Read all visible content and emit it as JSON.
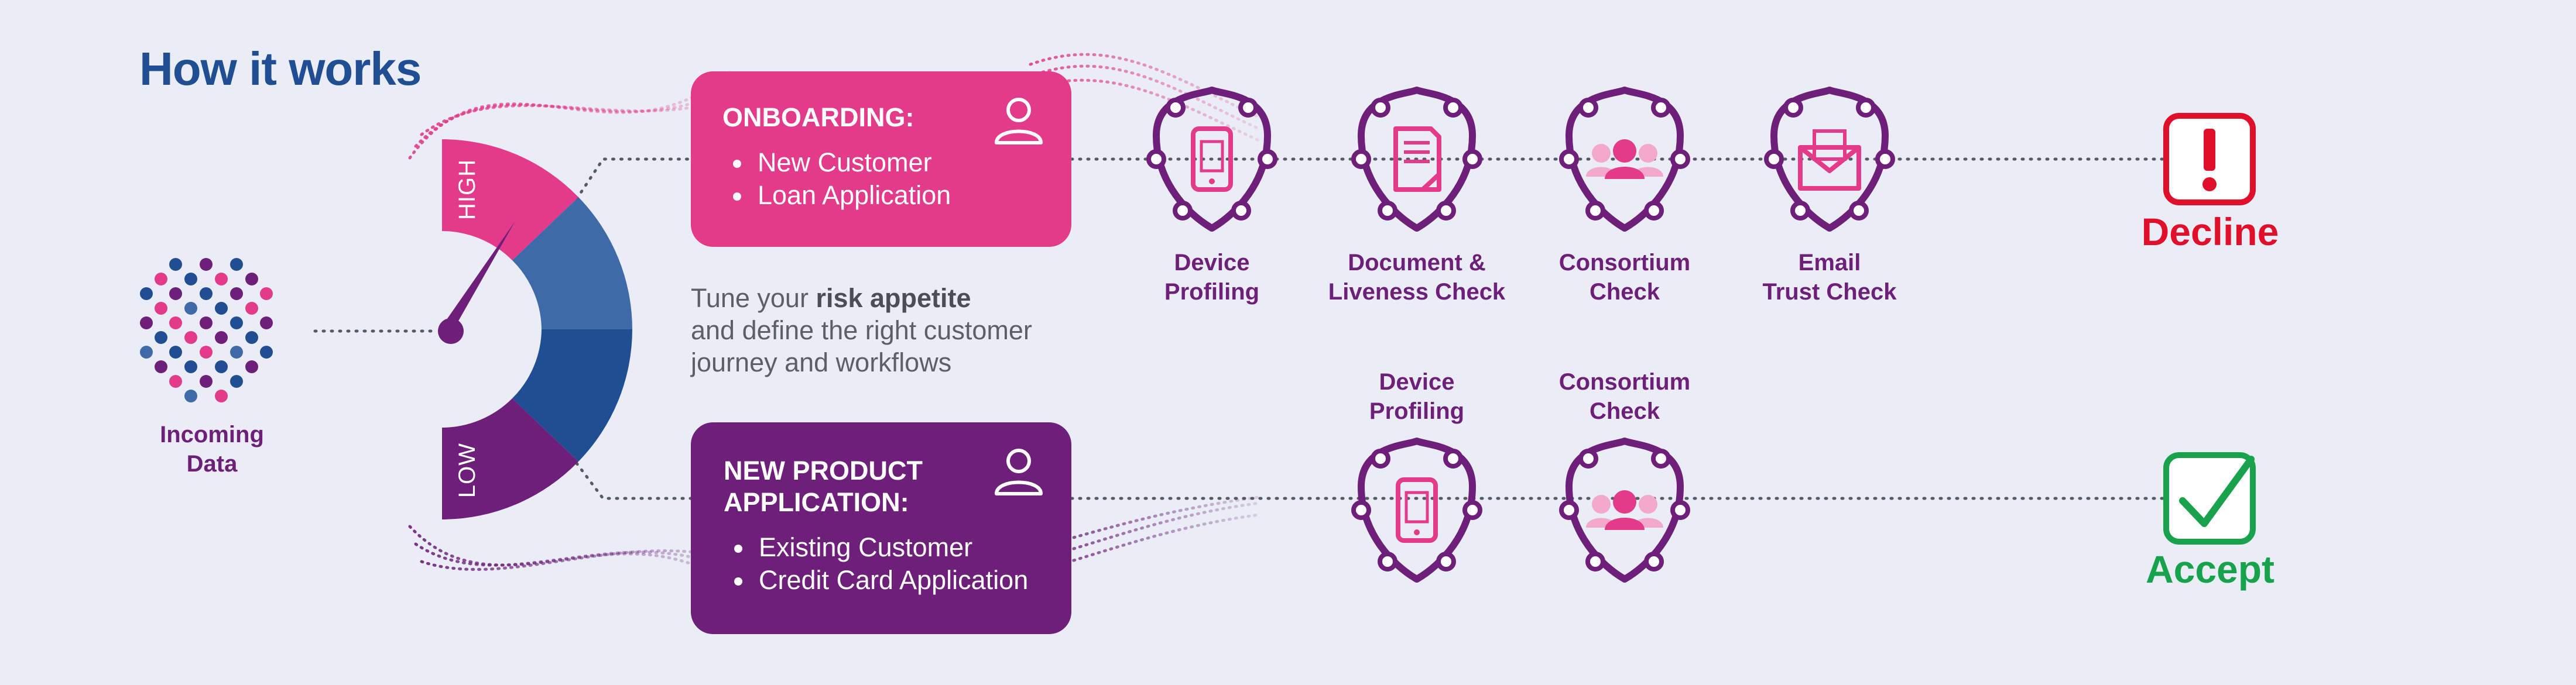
{
  "title": "How it works",
  "incoming": {
    "label_line1": "Incoming",
    "label_line2": "Data"
  },
  "gauge": {
    "high": "HIGH",
    "low": "LOW"
  },
  "tune": {
    "prefix": "Tune your ",
    "bold": "risk appetite",
    "line2": "and define the right customer",
    "line3": "journey and workflows"
  },
  "onboarding": {
    "title": "ONBOARDING:",
    "items": [
      "New Customer",
      "Loan Application"
    ]
  },
  "new_product": {
    "title_line1": "NEW PRODUCT",
    "title_line2": "APPLICATION:",
    "items": [
      "Existing Customer",
      "Credit Card Application"
    ]
  },
  "top_checks": [
    {
      "line1": "Device",
      "line2": "Profiling",
      "icon": "phone-icon"
    },
    {
      "line1": "Document &",
      "line2": "Liveness Check",
      "icon": "document-icon"
    },
    {
      "line1": "Consortium",
      "line2": "Check",
      "icon": "group-icon"
    },
    {
      "line1": "Email",
      "line2": "Trust Check",
      "icon": "email-icon"
    }
  ],
  "bottom_checks": [
    {
      "line1": "Device",
      "line2": "Profiling",
      "icon": "phone-icon"
    },
    {
      "line1": "Consortium",
      "line2": "Check",
      "icon": "group-icon"
    }
  ],
  "outcomes": {
    "decline": "Decline",
    "accept": "Accept"
  },
  "colors": {
    "pink": "#e33b8a",
    "purple": "#6d1f7a",
    "blue": "#1f4e92",
    "mid_blue": "#3f6aa8",
    "red": "#e0102b",
    "green": "#18a24c",
    "background": "#eaedf5"
  }
}
